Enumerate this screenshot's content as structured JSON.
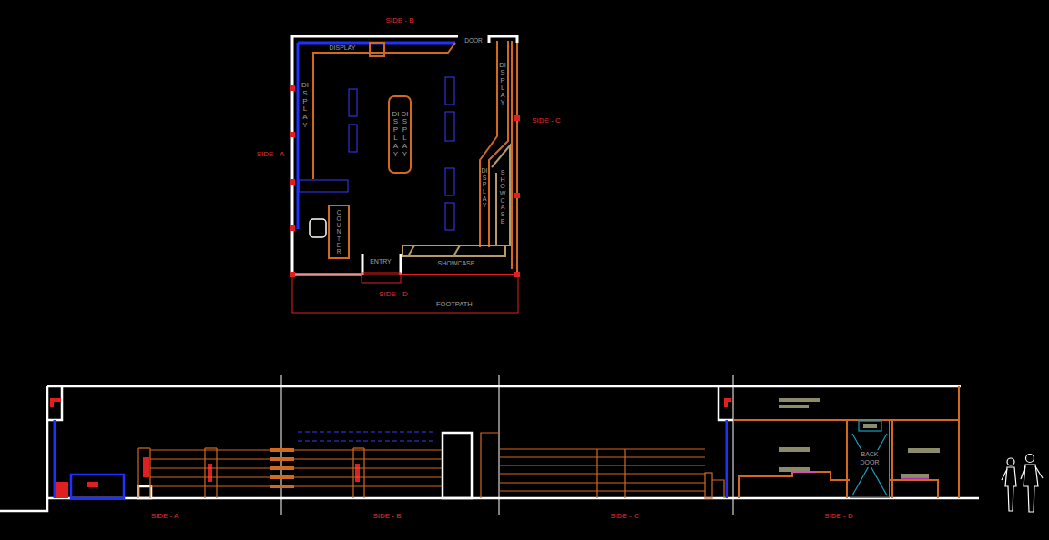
{
  "diagram": {
    "nodes": [
      {
        "text": [
          "DISPLAY",
          "DISPLAY"
        ]
      },
      {
        "text": [
          "COUNTER"
        ]
      },
      {
        "text": [
          "FOOTPATH"
        ]
      },
      {
        "text": [
          "BACK DOOR"
        ]
      }
    ],
    "labels": [
      "SIDE - B",
      "DOOR",
      "DISPLAY",
      "SIDE - A",
      "DISPLAY",
      "DISPLAY",
      "SIDE - C",
      "DISPLAY",
      "SHOWCASE",
      "ENTRY",
      "SHOWCASE",
      "SIDE - D",
      "SIDE - A",
      "SIDE - B",
      "SIDE - C",
      "SIDE - D"
    ]
  }
}
